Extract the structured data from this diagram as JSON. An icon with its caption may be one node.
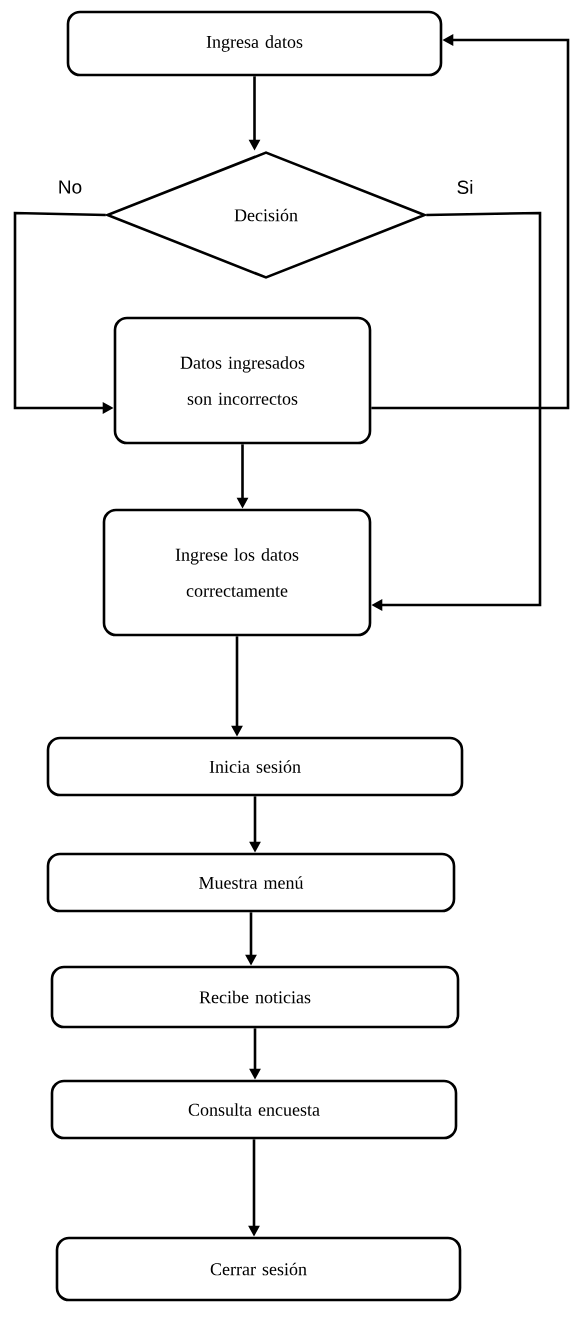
{
  "diagram": {
    "nodes": [
      {
        "text": [
          "Ingresa datos"
        ]
      },
      {
        "text": [
          "Decisión"
        ]
      },
      {
        "text": [
          "Datos ingresados son incorrectos"
        ]
      },
      {
        "text": [
          "Ingrese los datos correctamente"
        ]
      },
      {
        "text": [
          "Inicia sesión"
        ]
      },
      {
        "text": [
          "Muestra menú"
        ]
      },
      {
        "text": [
          "Recibe noticias"
        ]
      },
      {
        "text": [
          "Consulta encuesta"
        ]
      },
      {
        "text": [
          "Cerrar sesión"
        ]
      }
    ],
    "edges": [
      {
        "from": 0,
        "to": 1,
        "arrow": "to"
      },
      {
        "from": 1,
        "to": 2,
        "arrow": "to",
        "label": "No"
      },
      {
        "from": 1,
        "to": 3,
        "arrow": "to",
        "label": "Si"
      },
      {
        "from": 2,
        "to": 0,
        "arrow": "to"
      },
      {
        "from": 2,
        "to": 3,
        "arrow": "to"
      },
      {
        "from": 3,
        "to": 4,
        "arrow": "to"
      },
      {
        "from": 4,
        "to": 5,
        "arrow": "to"
      },
      {
        "from": 5,
        "to": 6,
        "arrow": "to"
      },
      {
        "from": 6,
        "to": 7,
        "arrow": "to"
      },
      {
        "from": 7,
        "to": 8,
        "arrow": "to"
      }
    ]
  }
}
